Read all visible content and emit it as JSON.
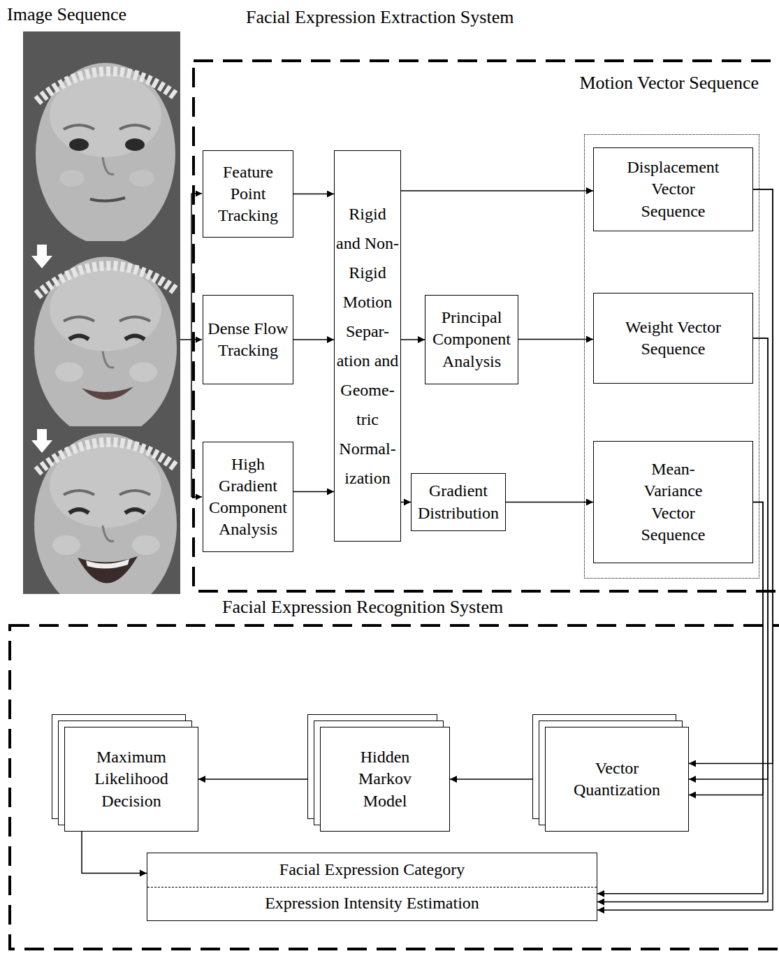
{
  "diagram": {
    "nodes": [
      {
        "text": [
          "Facial Expression Extraction System"
        ]
      },
      {
        "text": [
          "Feature Point Tracking"
        ],
        "in": 0
      },
      {
        "text": [
          "Dense Flow Tracking"
        ],
        "in": 0
      },
      {
        "text": [
          "High Gradient Component Analysis"
        ],
        "in": 0
      },
      {
        "text": [
          "Rigid and Non-Rigid Motion Separ- ation and Geome- tric Normal- ization"
        ],
        "in": 0
      },
      {
        "text": [
          "Principal Component Analysis"
        ],
        "in": 0
      },
      {
        "text": [
          "Gradient Distribution"
        ],
        "in": 0
      },
      {
        "text": [
          "Motion Vector Sequence"
        ],
        "in": 0
      },
      {
        "text": [
          "Displacement Vector Sequence"
        ],
        "in": 7
      },
      {
        "text": [
          "Weight Vector Sequence"
        ],
        "in": 7
      },
      {
        "text": [
          "Mean-Variance Vector Sequence"
        ],
        "in": 7
      },
      {
        "text": [
          "Facial Expression Recognition System"
        ]
      },
      {
        "text": [
          "Maximum Likelihood Decision"
        ],
        "in": 11
      },
      {
        "text": [
          "Hidden Markov Model"
        ],
        "in": 11
      },
      {
        "text": [
          "Vector Quantization"
        ],
        "in": 11
      },
      {
        "text": [
          "Facial Expression Category",
          "Expression Intensity Estimation"
        ],
        "in": 11
      }
    ],
    "edges": [
      {
        "from": 1,
        "to": 4,
        "arrow": "to"
      },
      {
        "from": 2,
        "to": 4,
        "arrow": "to"
      },
      {
        "from": 3,
        "to": 4,
        "arrow": "to"
      },
      {
        "from": 4,
        "to": 8,
        "arrow": "to"
      },
      {
        "from": 4,
        "to": 5,
        "arrow": "to"
      },
      {
        "from": 5,
        "to": 9,
        "arrow": "to"
      },
      {
        "from": 4,
        "to": 6,
        "arrow": "to"
      },
      {
        "from": 6,
        "to": 10,
        "arrow": "to"
      },
      {
        "from": 8,
        "to": 14,
        "arrow": "to"
      },
      {
        "from": 9,
        "to": 14,
        "arrow": "to"
      },
      {
        "from": 10,
        "to": 14,
        "arrow": "to"
      },
      {
        "from": 8,
        "to": 15,
        "arrow": "to"
      },
      {
        "from": 9,
        "to": 15,
        "arrow": "to"
      },
      {
        "from": 10,
        "to": 15,
        "arrow": "to"
      },
      {
        "from": 14,
        "to": 13,
        "arrow": "to"
      },
      {
        "from": 13,
        "to": 12,
        "arrow": "to"
      },
      {
        "from": 12,
        "to": 15,
        "arrow": "to"
      }
    ],
    "labels": [
      "Image Sequence"
    ]
  }
}
